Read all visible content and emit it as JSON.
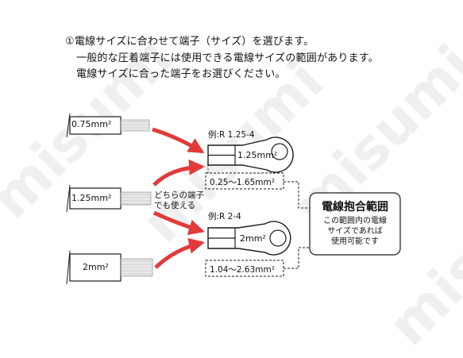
{
  "instructions": {
    "line1": "①電線サイズに合わせて端子（サイズ）を選びます。",
    "line2": "一般的な圧着端子には使用できる電線サイズの範囲があります。",
    "line3": "電線サイズに合った端子をお選びください。"
  },
  "wires": [
    {
      "label": "0.75mm²"
    },
    {
      "label": "1.25mm²"
    },
    {
      "label": "2mm²"
    }
  ],
  "both_note": [
    "どちらの端子",
    "でも使える"
  ],
  "terminals": [
    {
      "model": "例:R 1.25-4",
      "size": "1.25mm²",
      "range": "0.25～1.65mm²"
    },
    {
      "model": "例:R 2-4",
      "size": "2mm²",
      "range": "1.04～2.63mm²"
    }
  ],
  "callout": {
    "title": "電線抱合範囲",
    "body": [
      "この範囲内の電線",
      "サイズであれば",
      "使用可能です"
    ]
  },
  "watermark": "misumi",
  "colors": {
    "arrow": "#e23a3a",
    "line": "#1a1a1a"
  }
}
